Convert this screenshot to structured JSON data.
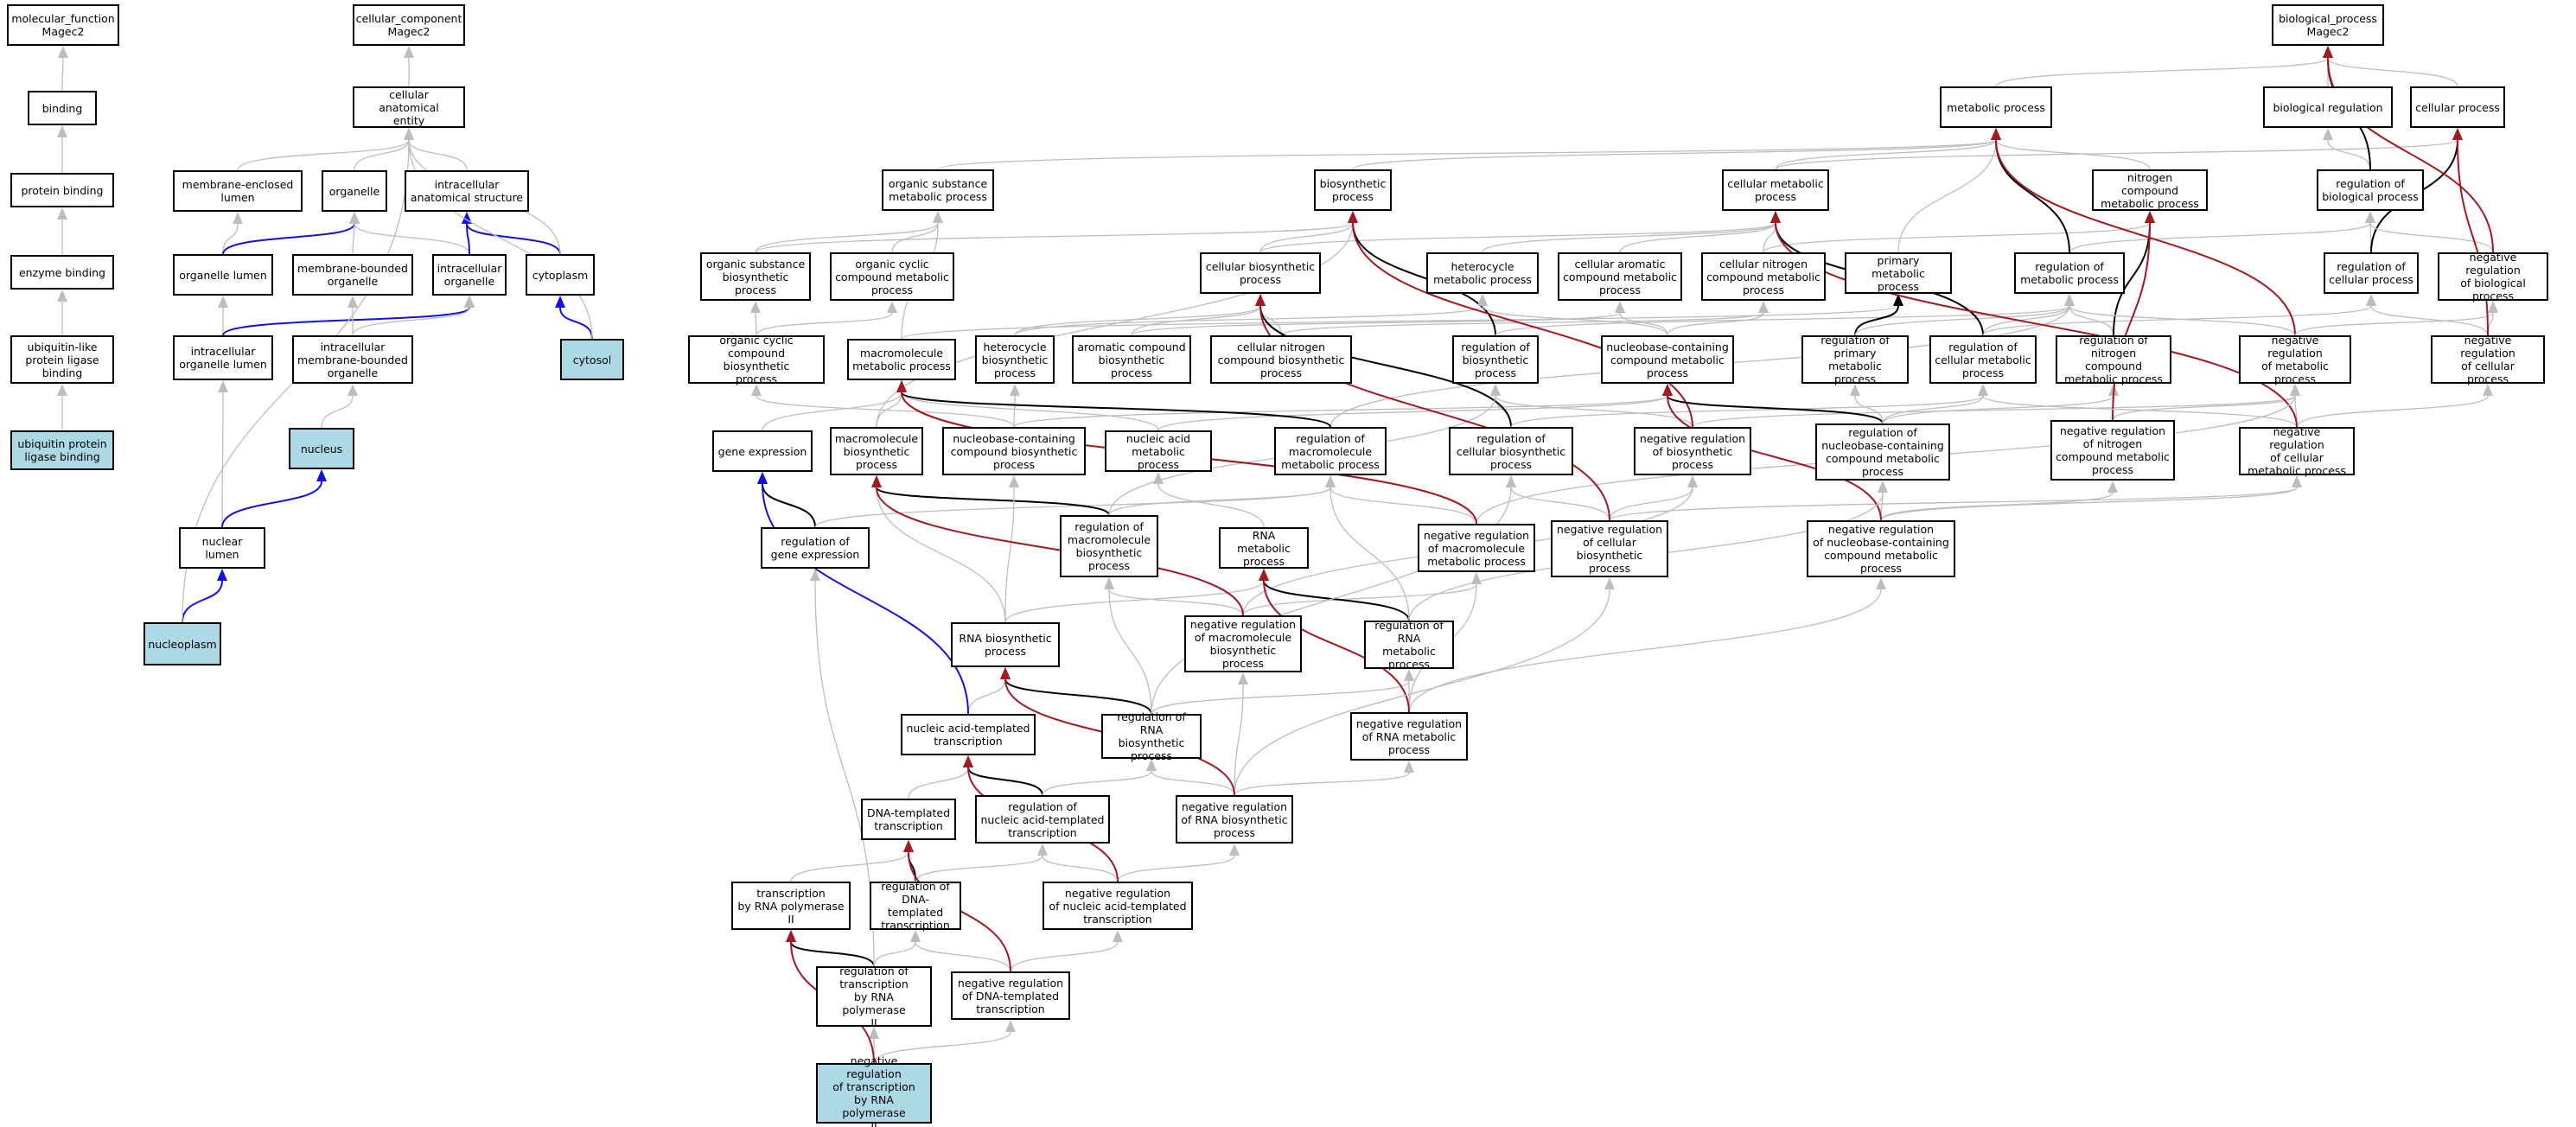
{
  "colors": {
    "grey": "#bdbdbd",
    "black": "#000000",
    "blue": "#1010ee",
    "red": "#a8161e",
    "highlight": "#add8e6"
  },
  "nodes": {
    "mf_root": "molecular_function\nMagec2",
    "binding": "binding",
    "protein_binding": "protein binding",
    "enzyme_binding": "enzyme binding",
    "ubl_binding": "ubiquitin-like\nprotein ligase\nbinding",
    "ub_binding": "ubiquitin protein\nligase binding",
    "cc_root": "cellular_component\nMagec2",
    "cae": "cellular anatomical\nentity",
    "mel": "membrane-enclosed\nlumen",
    "organelle": "organelle",
    "ias": "intracellular\nanatomical structure",
    "org_lumen": "organelle lumen",
    "mbo": "membrane-bounded\norganelle",
    "io": "intracellular\norganelle",
    "cytoplasm": "cytoplasm",
    "iol": "intracellular\norganelle lumen",
    "imbo": "intracellular\nmembrane-bounded\norganelle",
    "cytosol": "cytosol",
    "nucleus": "nucleus",
    "nuclear_lumen": "nuclear lumen",
    "nucleoplasm": "nucleoplasm",
    "bp_root": "biological_process\nMagec2",
    "metabolic": "metabolic process",
    "bio_reg": "biological regulation",
    "cell_proc": "cellular process",
    "osmp": "organic substance\nmetabolic process",
    "biosyn": "biosynthetic\nprocess",
    "cmp": "cellular metabolic\nprocess",
    "ncmp": "nitrogen compound\nmetabolic process",
    "rbp": "regulation of\nbiological process",
    "osbp": "organic substance\nbiosynthetic\nprocess",
    "occmp": "organic cyclic\ncompound metabolic\nprocess",
    "cbp": "cellular biosynthetic\nprocess",
    "hmp": "heterocycle\nmetabolic process",
    "cacmp": "cellular aromatic\ncompound metabolic\nprocess",
    "cncmp": "cellular nitrogen\ncompound metabolic\nprocess",
    "pmp": "primary metabolic\nprocess",
    "rmp": "regulation of\nmetabolic process",
    "rcp": "regulation of\ncellular process",
    "nrbp": "negative regulation\nof biological\nprocess",
    "occbp": "organic cyclic\ncompound biosynthetic\nprocess",
    "mmp": "macromolecule\nmetabolic process",
    "hbp": "heterocycle\nbiosynthetic\nprocess",
    "acbp": "aromatic compound\nbiosynthetic\nprocess",
    "cncbp": "cellular nitrogen\ncompound biosynthetic\nprocess",
    "rbsp": "regulation of\nbiosynthetic\nprocess",
    "nccmp": "nucleobase-containing\ncompound metabolic\nprocess",
    "rpmp": "regulation of\nprimary metabolic\nprocess",
    "rcmp": "regulation of\ncellular metabolic\nprocess",
    "rncmp": "regulation of\nnitrogen compound\nmetabolic process",
    "nrmp": "negative regulation\nof metabolic\nprocess",
    "nrcp": "negative regulation\nof cellular\nprocess",
    "gene_expr": "gene expression",
    "mbsp": "macromolecule\nbiosynthetic\nprocess",
    "nccbp": "nucleobase-containing\ncompound biosynthetic\nprocess",
    "namp": "nucleic acid\nmetabolic process",
    "rmmp": "regulation of\nmacromolecule\nmetabolic process",
    "rcbp": "regulation of\ncellular biosynthetic\nprocess",
    "nrbsp": "negative regulation\nof biosynthetic\nprocess",
    "rnccmp": "regulation of\nnucleobase-containing\ncompound metabolic\nprocess",
    "nrncmp": "negative regulation\nof nitrogen\ncompound metabolic\nprocess",
    "nrcmp": "negative regulation\nof cellular\nmetabolic process",
    "rge": "regulation of\ngene expression",
    "rmbp": "regulation of\nmacromolecule\nbiosynthetic\nprocess",
    "rnamp": "RNA metabolic\nprocess",
    "nrmmp": "negative regulation\nof macromolecule\nmetabolic process",
    "nrcbp": "negative regulation\nof cellular\nbiosynthetic\nprocess",
    "nrnccmp": "negative regulation\nof nucleobase-containing\ncompound metabolic\nprocess",
    "rnabp": "RNA biosynthetic\nprocess",
    "nrmbp": "negative regulation\nof macromolecule\nbiosynthetic\nprocess",
    "rrnamp": "regulation of\nRNA metabolic\nprocess",
    "natt": "nucleic acid-templated\ntranscription",
    "rrnabp": "regulation of\nRNA biosynthetic\nprocess",
    "nrrnamp": "negative regulation\nof RNA metabolic\nprocess",
    "dtt": "DNA-templated\ntranscription",
    "rnatt": "regulation of\nnucleic acid-templated\ntranscription",
    "nrrnabp": "negative regulation\nof RNA biosynthetic\nprocess",
    "trp2": "transcription\nby RNA polymerase\nII",
    "rdtt": "regulation of\nDNA-templated\ntranscription",
    "nrnatt": "negative regulation\nof nucleic acid-templated\ntranscription",
    "rtrp2": "regulation of\ntranscription\nby RNA polymerase\nII",
    "nrdtt": "negative regulation\nof DNA-templated\ntranscription",
    "nrtrp2": "negative regulation\nof transcription\nby RNA polymerase\nII"
  }
}
